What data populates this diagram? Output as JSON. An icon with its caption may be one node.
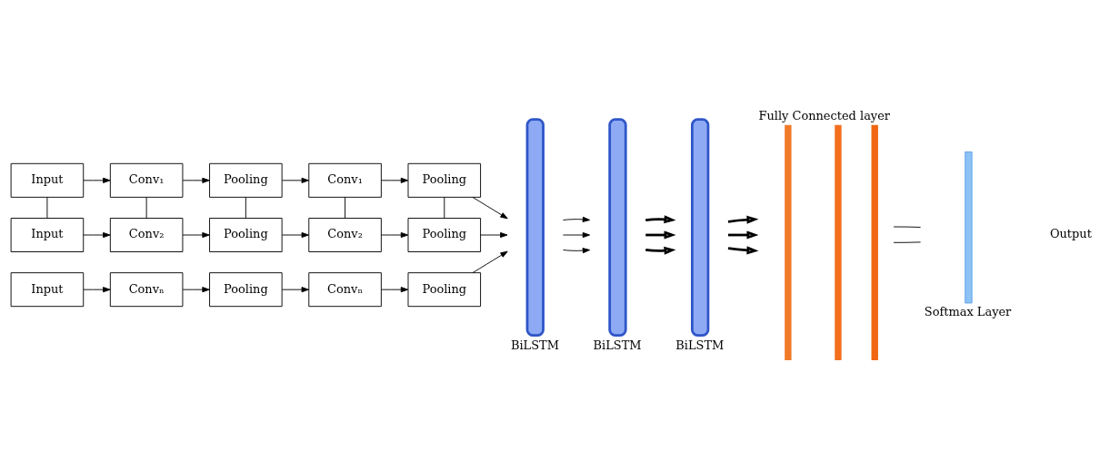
{
  "diagram": {
    "nodes": [
      {
        "text": [
          "Input"
        ]
      },
      {
        "text": [
          "Conv₁"
        ]
      },
      {
        "text": [
          "Pooling"
        ]
      },
      {
        "text": [
          "Conv₁"
        ]
      },
      {
        "text": [
          "Pooling"
        ]
      },
      {
        "text": [
          "Input"
        ]
      },
      {
        "text": [
          "Conv₂"
        ]
      },
      {
        "text": [
          "Pooling"
        ]
      },
      {
        "text": [
          "Conv₂"
        ]
      },
      {
        "text": [
          "Pooling"
        ]
      },
      {
        "text": [
          "Input"
        ]
      },
      {
        "text": [
          "Convₙ"
        ]
      },
      {
        "text": [
          "Pooling"
        ]
      },
      {
        "text": [
          "Convₙ"
        ]
      },
      {
        "text": [
          "Pooling"
        ]
      },
      {
        "text": [
          "BiLSTM"
        ]
      },
      {
        "text": [
          "BiLSTM"
        ]
      },
      {
        "text": [
          "BiLSTM"
        ]
      },
      {
        "text": [
          "Fully Connected layer"
        ]
      },
      {
        "text": [
          "Softmax Layer"
        ]
      }
    ],
    "edges": [
      {
        "from": 0,
        "to": 1,
        "arrow": "to"
      },
      {
        "from": 1,
        "to": 2,
        "arrow": "to"
      },
      {
        "from": 2,
        "to": 3,
        "arrow": "to"
      },
      {
        "from": 3,
        "to": 4,
        "arrow": "to"
      },
      {
        "from": 0,
        "to": 5,
        "arrow": "none"
      },
      {
        "from": 1,
        "to": 6,
        "arrow": "none"
      },
      {
        "from": 2,
        "to": 7,
        "arrow": "none"
      },
      {
        "from": 3,
        "to": 8,
        "arrow": "none"
      },
      {
        "from": 4,
        "to": 9,
        "arrow": "none"
      },
      {
        "from": 5,
        "to": 6,
        "arrow": "to"
      },
      {
        "from": 6,
        "to": 7,
        "arrow": "to"
      },
      {
        "from": 7,
        "to": 8,
        "arrow": "to"
      },
      {
        "from": 8,
        "to": 9,
        "arrow": "to"
      },
      {
        "from": 10,
        "to": 11,
        "arrow": "to"
      },
      {
        "from": 11,
        "to": 12,
        "arrow": "to"
      },
      {
        "from": 12,
        "to": 13,
        "arrow": "to"
      },
      {
        "from": 13,
        "to": 14,
        "arrow": "to"
      },
      {
        "from": 4,
        "to": 15,
        "arrow": "to"
      },
      {
        "from": 9,
        "to": 15,
        "arrow": "to"
      },
      {
        "from": 14,
        "to": 15,
        "arrow": "to"
      },
      {
        "from": 15,
        "to": 16,
        "arrow": "to"
      },
      {
        "from": 15,
        "to": 16,
        "arrow": "to"
      },
      {
        "from": 15,
        "to": 16,
        "arrow": "to"
      },
      {
        "from": 16,
        "to": 17,
        "arrow": "to",
        "style": "thick"
      },
      {
        "from": 16,
        "to": 17,
        "arrow": "to",
        "style": "thick"
      },
      {
        "from": 16,
        "to": 17,
        "arrow": "to",
        "style": "thick"
      },
      {
        "from": 17,
        "to": 18,
        "arrow": "to",
        "style": "thick"
      },
      {
        "from": 17,
        "to": 18,
        "arrow": "to",
        "style": "thick"
      },
      {
        "from": 17,
        "to": 18,
        "arrow": "to",
        "style": "thick"
      },
      {
        "from": 18,
        "to": 19,
        "arrow": "none"
      },
      {
        "from": 18,
        "to": 19,
        "arrow": "none"
      }
    ],
    "labels": [
      "Output"
    ]
  }
}
